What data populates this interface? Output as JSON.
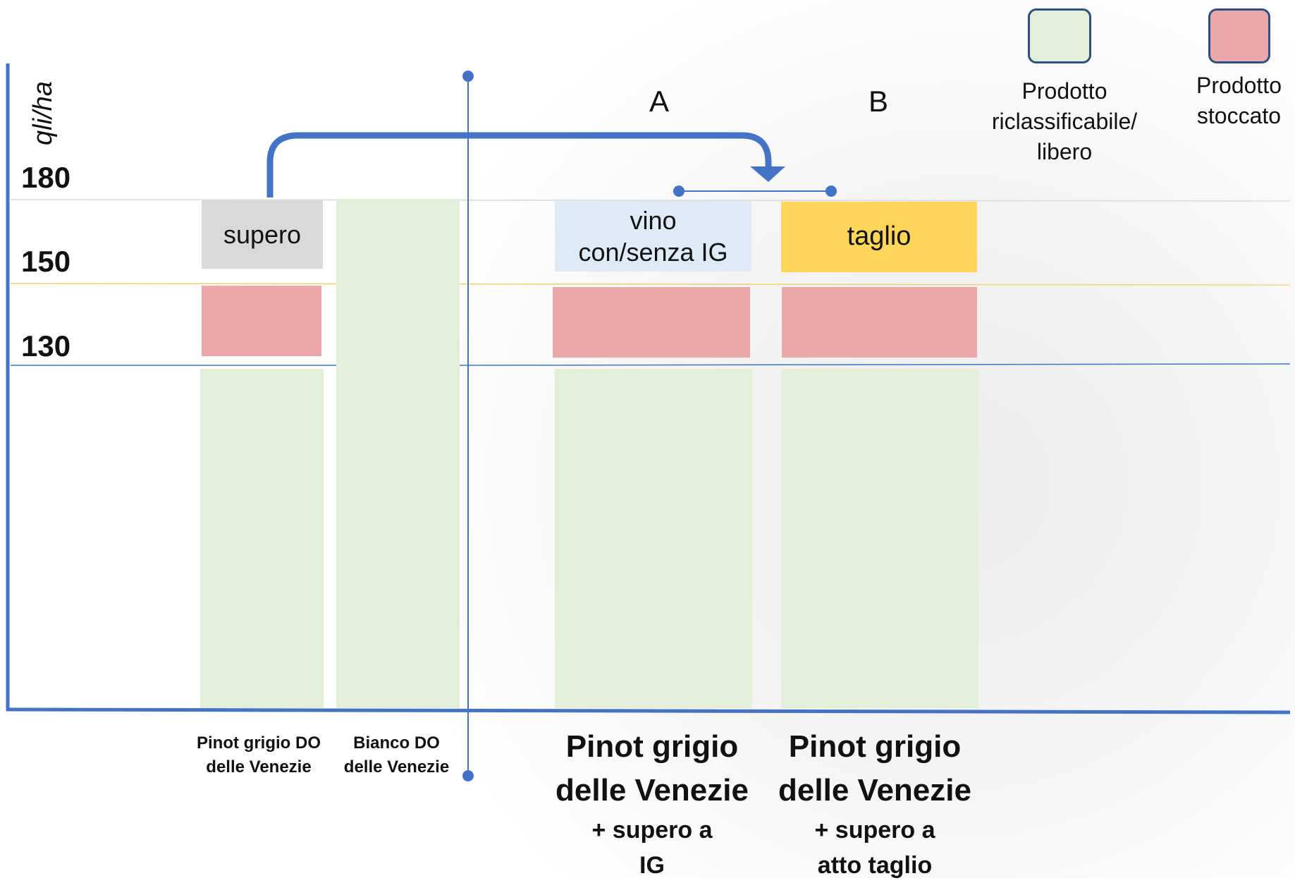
{
  "yaxis": {
    "label": "qli/ha",
    "ticks": [
      "180",
      "150",
      "130"
    ]
  },
  "boxes": {
    "supero": "supero",
    "vino_line1": "vino",
    "vino_line2": "con/senza IG",
    "taglio": "taglio"
  },
  "options": {
    "a": "A",
    "b": "B"
  },
  "legend": {
    "green": {
      "line1": "Prodotto",
      "line2": "riclassificabile/",
      "line3": "libero"
    },
    "red": {
      "line1": "Prodotto",
      "line2": "stoccato"
    }
  },
  "categories": {
    "pinot_do": {
      "line1": "Pinot grigio DO",
      "line2": "delle Venezie"
    },
    "bianco_do": {
      "line1": "Bianco DO",
      "line2": "delle Venezie"
    },
    "pinot_a": {
      "line1": "Pinot grigio",
      "line2": "delle Venezie",
      "line3": "+ supero a",
      "line4": "IG"
    },
    "pinot_b": {
      "line1": "Pinot grigio",
      "line2": "delle Venezie",
      "line3": "+ supero a",
      "line4": "atto taglio"
    }
  },
  "colors": {
    "axis": "#4472C4",
    "green": "#E2EFD9",
    "red": "#EAA8AB",
    "grey": "#D9D9D9",
    "lightblue": "#DEEBF7",
    "yellow": "#FFD55A",
    "line150": "#F6CF72"
  }
}
